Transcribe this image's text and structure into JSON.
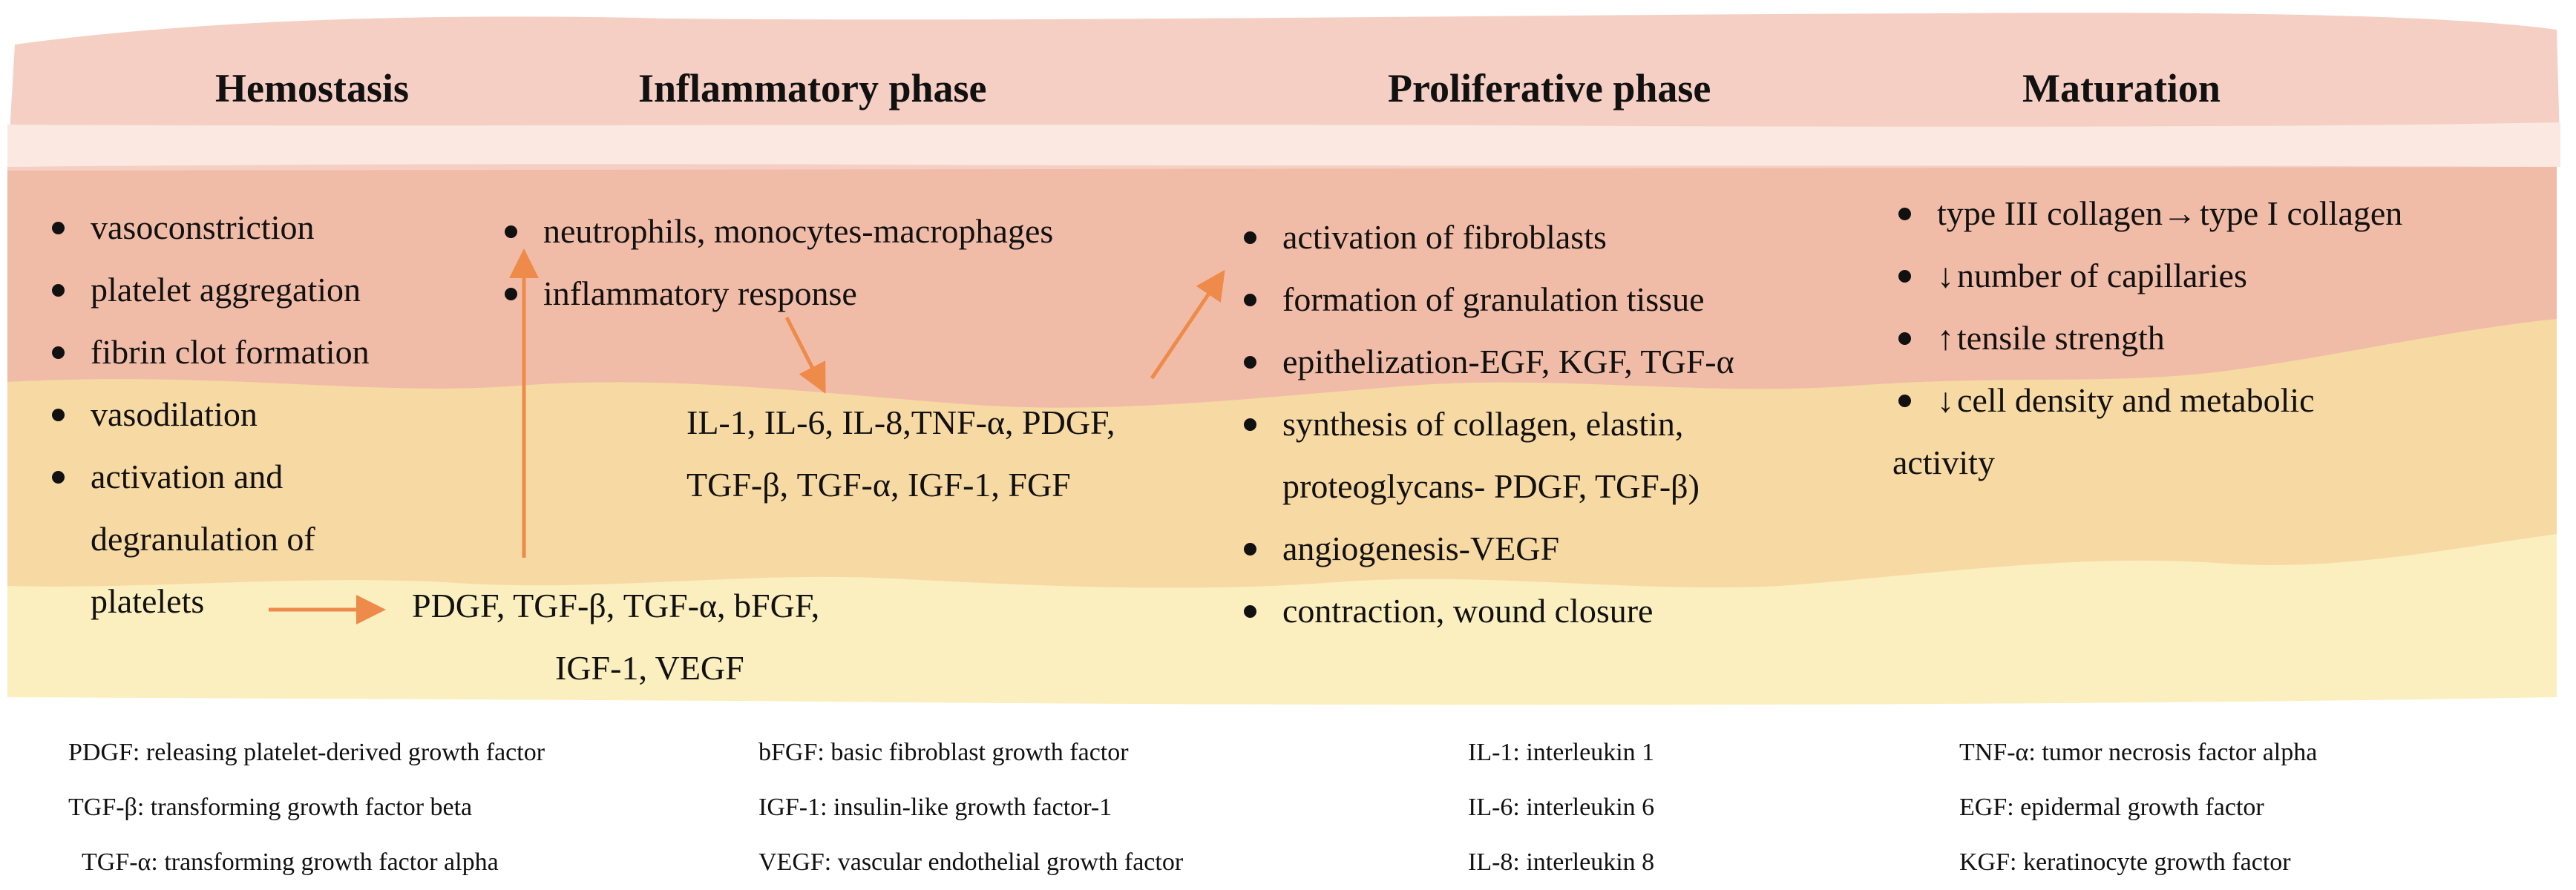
{
  "colors": {
    "band_top_pink": "#f6cfc4",
    "band_light": "#fbe8e0",
    "band_salmon": "#f1bca7",
    "band_orange_yellow": "#f7d9a4",
    "band_pale_yellow": "#fbefc0",
    "arrow": "#ee8a4a",
    "text": "#111111"
  },
  "phases": {
    "hemostasis": "Hemostasis",
    "inflammatory": "Inflammatory phase",
    "proliferative": "Proliferative phase",
    "maturation": "Maturation"
  },
  "hemostasis_items": {
    "i0": "vasoconstriction",
    "i1": "platelet aggregation",
    "i2": "fibrin clot formation",
    "i3": "vasodilation",
    "i4_l1": "activation and",
    "i4_l2": "degranulation of",
    "i4_l3": "platelets"
  },
  "hemostasis_factors": {
    "line1": "PDGF, TGF-β, TGF-α, bFGF,",
    "line2": "IGF-1, VEGF"
  },
  "inflammatory_items": {
    "i0": "neutrophils, monocytes-macrophages",
    "i1": "inflammatory response"
  },
  "inflammatory_factors": {
    "line1": "IL-1, IL-6, IL-8,TNF-α, PDGF,",
    "line2": "TGF-β, TGF-α, IGF-1, FGF"
  },
  "proliferative_items": {
    "i0": "activation of fibroblasts",
    "i1": "formation of granulation tissue",
    "i2": "epithelization-EGF, KGF, TGF-α",
    "i3_l1": "synthesis of collagen, elastin,",
    "i3_l2": "proteoglycans- PDGF, TGF-β)",
    "i4": "angiogenesis-VEGF",
    "i5": "contraction, wound closure"
  },
  "maturation_items": {
    "i0_a": "type III collagen",
    "i0_arrow": "→",
    "i0_b": "type I collagen",
    "i1_glyph": "↓",
    "i1": "number of capillaries",
    "i2_glyph": "↑",
    "i2": "tensile strength",
    "i3_glyph": "↓",
    "i3_l1": "cell density and metabolic",
    "i3_l2": "activity"
  },
  "legend": {
    "c1": [
      "PDGF: releasing platelet-derived growth factor",
      "TGF-β: transforming growth factor beta",
      "TGF-α: transforming growth factor alpha"
    ],
    "c2": [
      "bFGF: basic fibroblast growth factor",
      "IGF-1: insulin-like growth factor-1",
      "VEGF: vascular endothelial growth factor"
    ],
    "c3": [
      "IL-1: interleukin 1",
      "IL-6: interleukin 6",
      "IL-8: interleukin 8"
    ],
    "c4": [
      "TNF-α: tumor necrosis factor alpha",
      "EGF: epidermal growth factor",
      "KGF: keratinocyte growth factor"
    ]
  }
}
